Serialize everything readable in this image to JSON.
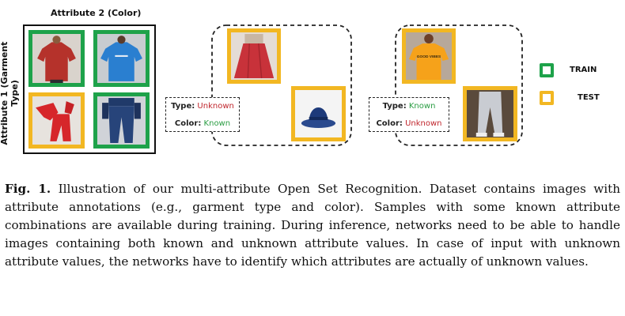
{
  "figure": {
    "axis_top_title": "Attribute 2 (Color)",
    "axis_left_title": "Attribute 1 (Garment Type)",
    "grid_cells": [
      {
        "name": "red-tshirt",
        "split": "train"
      },
      {
        "name": "blue-tshirt",
        "split": "train"
      },
      {
        "name": "red-pants",
        "split": "test"
      },
      {
        "name": "blue-jeans",
        "split": "train"
      }
    ],
    "test_samples": [
      {
        "type_label": "Type:",
        "type_value": "Unknown",
        "color_label": "Color:",
        "color_value": "Known",
        "images": [
          "red-skirt",
          "blue-hat"
        ]
      },
      {
        "type_label": "Type:",
        "type_value": "Known",
        "color_label": "Color:",
        "color_value": "Unknown",
        "images": [
          "orange-tshirt",
          "gray-pants"
        ]
      }
    ],
    "legend": [
      {
        "label": "TRAIN",
        "color": "#1ea24a"
      },
      {
        "label": "TEST",
        "color": "#f2b722"
      }
    ],
    "shirt_print_text": "GOOD VIBES"
  },
  "caption": {
    "label": "Fig. 1.",
    "text": "Illustration of our multi-attribute Open Set Recognition. Dataset contains images with attribute annotations (e.g., garment type and color). Samples with some known attribute combinations are available during training. During inference, networks need to be able to handle images containing both known and unknown attribute values. In case of input with unknown attribute values, the networks have to identify which attributes are actually of unknown values."
  },
  "colors": {
    "train": "#1ea24a",
    "test": "#f2b722",
    "unknown": "#c0262d",
    "known": "#2a9d43"
  }
}
